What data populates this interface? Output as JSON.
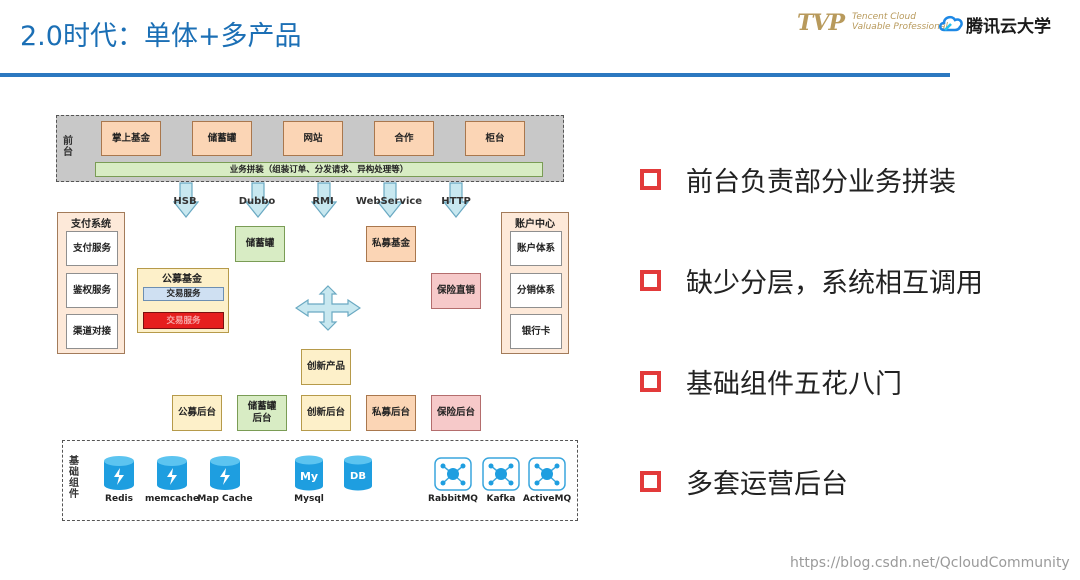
{
  "title": "2.0时代：单体+多产品",
  "logo": {
    "tvp": "TVP",
    "tvp_line1": "Tencent Cloud",
    "tvp_line2": "Valuable Professional",
    "tencent": "腾讯云大学",
    "icons": [
      "tvp-logo",
      "tencent-cloud-icon"
    ]
  },
  "diagram": {
    "frontend": {
      "label": "前台",
      "apps": [
        "掌上基金",
        "储蓄罐",
        "网站",
        "合作",
        "柜台"
      ],
      "assembly_bar": "业务拼装（组装订单、分发请求、异构处理等）"
    },
    "protocols": [
      "HSB",
      "Dubbo",
      "RMI",
      "WebService",
      "HTTP"
    ],
    "payment_system": {
      "title": "支付系统",
      "items": [
        "支付服务",
        "鉴权服务",
        "渠道对接"
      ]
    },
    "account_center": {
      "title": "账户中心",
      "items": [
        "账户体系",
        "分销体系",
        "银行卡"
      ]
    },
    "products": {
      "savings": "储蓄罐",
      "private_fund": "私募基金",
      "public_fund": {
        "title": "公募基金",
        "items": [
          "交易服务",
          "交易服务"
        ]
      },
      "insurance_direct": "保险直销",
      "innovative": "创新产品"
    },
    "backends": [
      "公募后台",
      "储蓄罐后台",
      "创新后台",
      "私募后台",
      "保险后台"
    ],
    "base_components": {
      "label": "基础组件",
      "items": [
        {
          "name": "Redis",
          "icon": "redis-icon"
        },
        {
          "name": "memcache",
          "icon": "memcache-icon"
        },
        {
          "name": "Map Cache",
          "icon": "map-cache-icon"
        },
        {
          "name": "Mysql",
          "icon": "mysql-icon",
          "badge": "My"
        },
        {
          "name": "",
          "icon": "database-icon",
          "badge": "DB"
        },
        {
          "name": "RabbitMQ",
          "icon": "rabbitmq-icon"
        },
        {
          "name": "Kafka",
          "icon": "kafka-icon"
        },
        {
          "name": "ActiveMQ",
          "icon": "activemq-icon"
        }
      ]
    }
  },
  "bullets": [
    "前台负责部分业务拼装",
    "缺少分层，系统相互调用",
    "基础组件五花八门",
    "多套运营后台"
  ],
  "watermark": "https://blog.csdn.net/QcloudCommunity",
  "colors": {
    "title": "#1b6fb5",
    "rule": "#2c78c0",
    "bullet": "#e23a3a",
    "app_box": "#fbd5b5",
    "product_green": "#d8ecc4",
    "product_yellow": "#fdf0c9",
    "product_pink": "#f6c9c9",
    "arrow_fill": "#c8e8f0",
    "component_blue": "#1e9ee0",
    "frontend_band": "#c8c8c8",
    "error_red": "#e61e1e"
  }
}
